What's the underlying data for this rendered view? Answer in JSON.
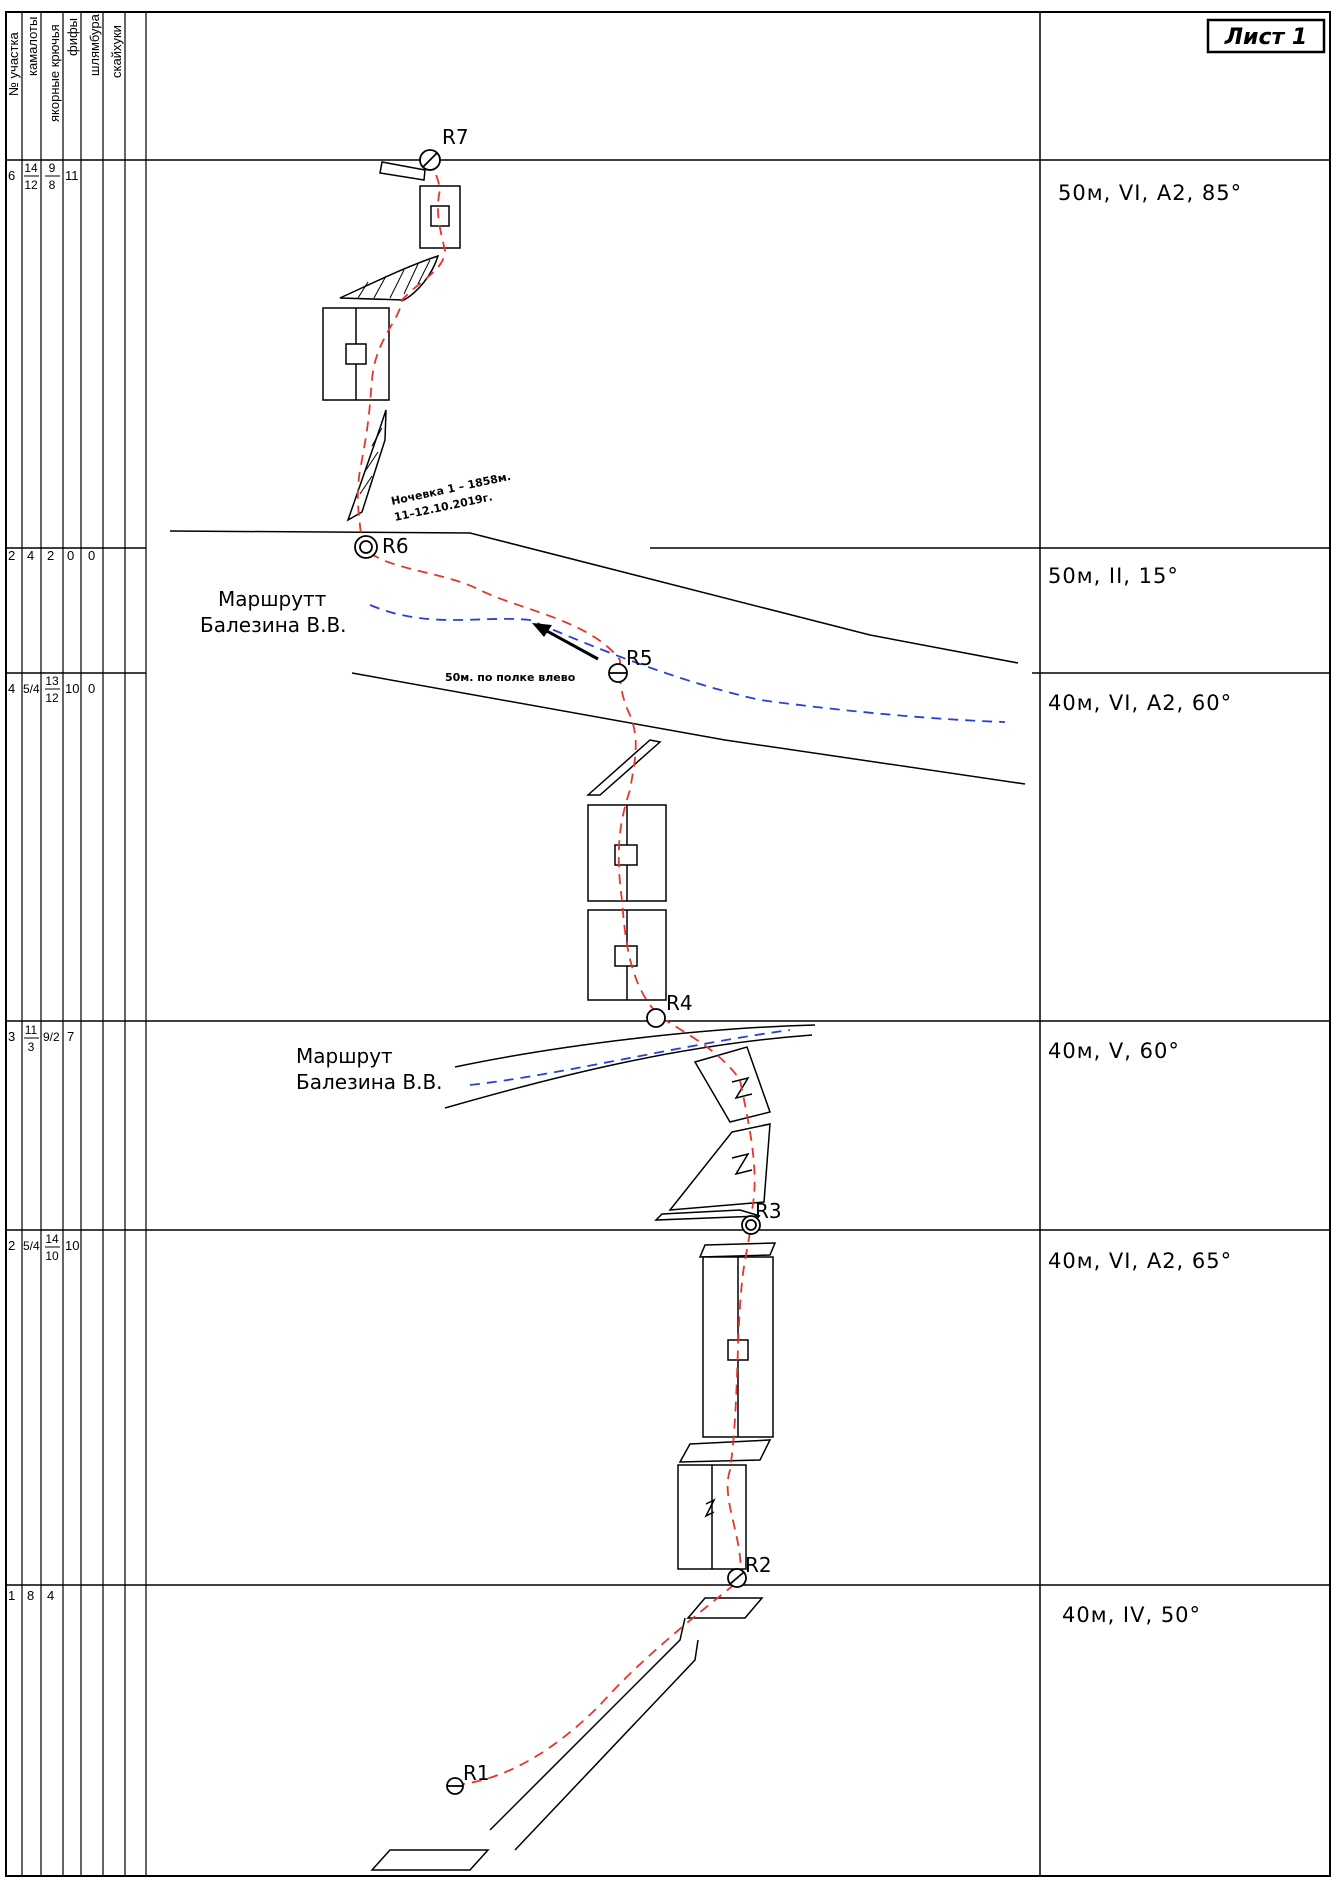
{
  "sheet_title": "Лист 1",
  "columns": [
    "№ участка",
    "камалоты",
    "якорные крючья",
    "фифы",
    "шлямбура",
    "скайхуки"
  ],
  "rows": [
    {
      "n": "6",
      "kam": {
        "num": "14",
        "den": "12"
      },
      "hooks": {
        "num": "9",
        "den": "8"
      },
      "fifi": "11",
      "bolts": "",
      "sky": "",
      "desc": "50м, VI, A2, 85°"
    },
    {
      "n": "2",
      "kam": "4",
      "hooks": "2",
      "fifi": "0",
      "bolts": "0",
      "sky": "",
      "desc": "50м, II, 15°"
    },
    {
      "n": "4",
      "kam": "5/4",
      "hooks": {
        "num": "13",
        "den": "12"
      },
      "fifi": "10",
      "bolts": "0",
      "sky": "",
      "desc": "40м, VI, A2, 60°"
    },
    {
      "n": "3",
      "kam": {
        "num": "11",
        "den": "3"
      },
      "hooks": "9/2",
      "fifi": "7",
      "bolts": "",
      "sky": "",
      "desc": "40м, V, 60°"
    },
    {
      "n": "2",
      "kam": "5/4",
      "hooks": {
        "num": "14",
        "den": "10"
      },
      "fifi": "10",
      "bolts": "",
      "sky": "",
      "desc": "40м, VI, A2, 65°"
    },
    {
      "n": "1",
      "kam": "8",
      "hooks": "4",
      "fifi": "",
      "bolts": "",
      "sky": "",
      "desc": "40м, IV, 50°"
    }
  ],
  "belays": [
    "R1",
    "R2",
    "R3",
    "R4",
    "R5",
    "R6",
    "R7"
  ],
  "annotations": {
    "bivouac_line1": "Ночевка 1 – 1858м.",
    "bivouac_line2": "11–12.10.2019г.",
    "ledge_note": "50м. по полке влево",
    "route_a_line1": "Маршрутт",
    "route_a_line2": "Балезина В.В.",
    "route_b_line1": "Маршрут",
    "route_b_line2": "Балезина В.В."
  },
  "colors": {
    "route": "#e8332a",
    "other_route": "#2b3fd6",
    "ink": "#000000"
  }
}
